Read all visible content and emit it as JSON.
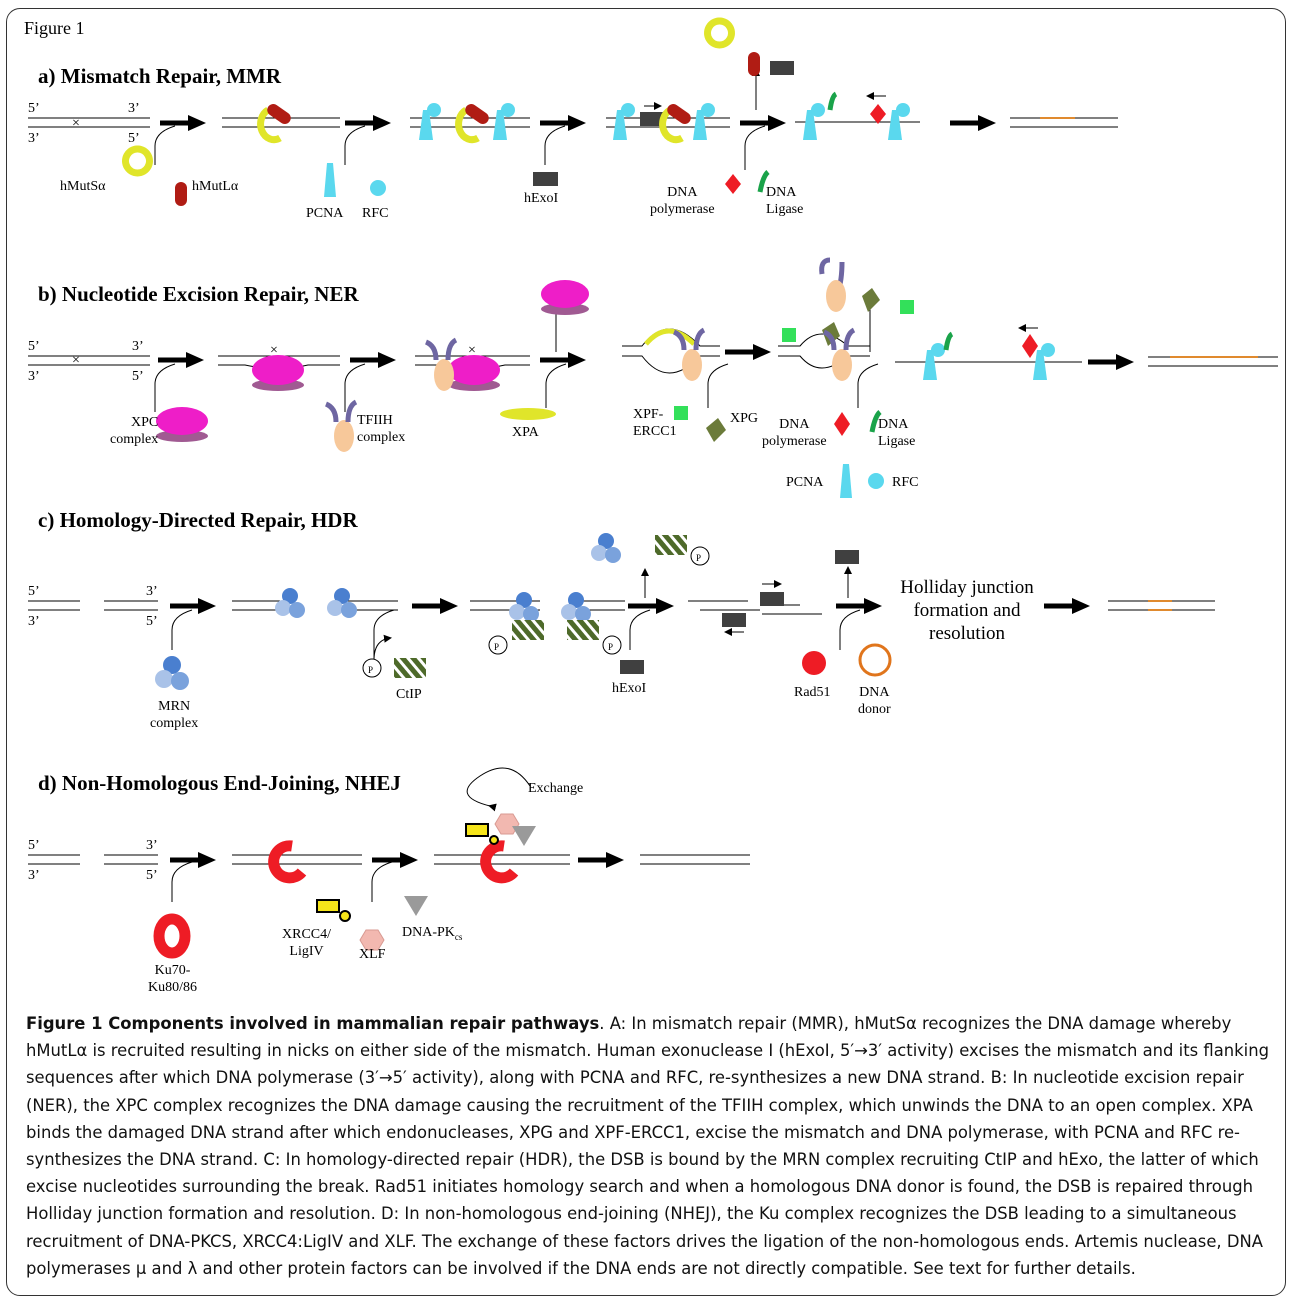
{
  "figure_label": "Figure 1",
  "sections": {
    "a": "a) Mismatch Repair, MMR",
    "b": "b) Nucleotide Excision Repair, NER",
    "c": "c) Homology-Directed Repair, HDR",
    "d": "d) Non-Homologous End-Joining, NHEJ"
  },
  "strand_labels": {
    "five": "5’",
    "three": "3’"
  },
  "mmr_labels": {
    "hmutsa": "hMutSα",
    "hmutla": "hMutLα",
    "pcna": "PCNA",
    "rfc": "RFC",
    "hexoi": "hExoI",
    "dna_polymerase": "DNA\npolymerase",
    "dna_ligase": "DNA\nLigase"
  },
  "ner_labels": {
    "xpc": "XPC\ncomplex",
    "tfiih": "TFIIH\ncomplex",
    "xpa": "XPA",
    "xpf": "XPF-\nERCC1",
    "xpg": "XPG",
    "dna_polymerase": "DNA\npolymerase",
    "dna_ligase": "DNA\nLigase",
    "pcna": "PCNA",
    "rfc": "RFC"
  },
  "hdr_labels": {
    "mrn": "MRN\ncomplex",
    "ctip": "CtIP",
    "hexoi": "hExoI",
    "rad51": "Rad51",
    "dna_donor": "DNA\ndonor",
    "p": "P",
    "holliday": "Holliday junction\nformation and\nresolution"
  },
  "nhej_labels": {
    "ku": "Ku70-\nKu80/86",
    "xrcc4": "XRCC4/\nLigIV",
    "xlf": "XLF",
    "dnapk": "DNA-PK",
    "dnapk_sub": "cs",
    "exchange": "Exchange"
  },
  "colors": {
    "yellow": "#e0e52a",
    "darkred": "#b01c14",
    "cyan": "#5ad8ee",
    "darkgrey": "#404040",
    "red": "#ee1c25",
    "green": "#1aa34a",
    "magenta": "#ee1ec8",
    "mauve": "#a05a92",
    "peach": "#f7c89a",
    "purple": "#6e66a2",
    "lime": "#33e05a",
    "olive": "#6b7b3a",
    "blue": "#4a7fcf",
    "lightblue": "#a9c2e8",
    "orange": "#e08a2e",
    "hatch": "#4e6a2a"
  },
  "caption": {
    "bold": "Figure 1 Components involved in mammalian repair pathways",
    "text": ". A: In mismatch repair (MMR), hMutSα recognizes the DNA damage whereby hMutLα is recruited resulting in nicks on either side of the mismatch. Human exonuclease I (hExoI, 5′→3′ activity) excises the mismatch and its flanking sequences after which DNA polymerase (3′→5′ activity), along with PCNA and RFC, re-synthesizes a new DNA strand. B: In nucleotide excision repair (NER), the XPC complex recognizes the DNA damage causing the recruitment of the TFIIH complex, which unwinds the DNA to an open complex. XPA binds the damaged DNA strand after which endonucleases, XPG and XPF-ERCC1, excise the mismatch and DNA polymerase, with PCNA and RFC re-synthesizes the DNA strand. C: In homology-directed repair (HDR), the DSB is bound by the MRN complex recruiting CtIP and hExo, the latter of which excise nucleotides surrounding the break. Rad51 initiates homology search and when a homologous DNA donor is found, the DSB is repaired through Holliday junction formation and resolution. D: In non-homologous end-joining (NHEJ), the Ku complex recognizes the DSB leading to a simultaneous recruitment of DNA-PKCS, XRCC4:LigIV and XLF. The exchange of these factors drives the ligation of the non-homologous ends. Artemis nuclease, DNA polymerases μ and λ and other protein factors can be involved if the DNA ends are not directly compatible. See text for further details."
  }
}
